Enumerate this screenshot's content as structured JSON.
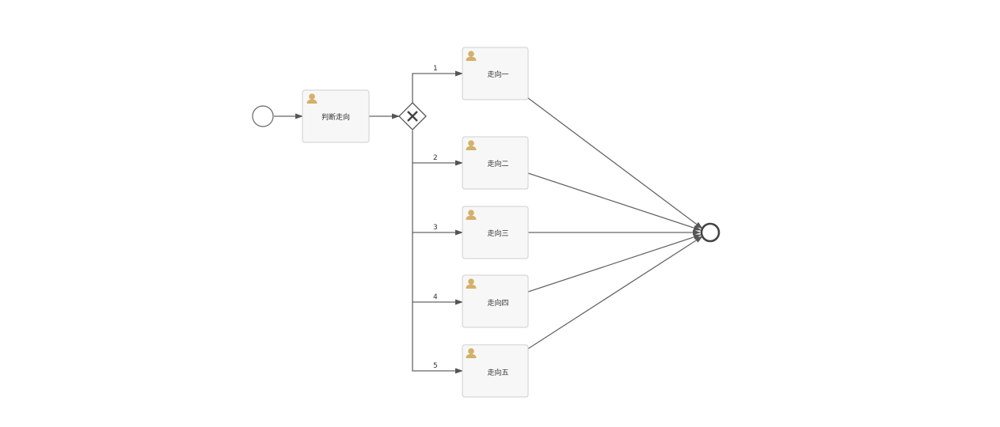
{
  "diagram": {
    "tasks": [
      {
        "id": "judge",
        "label": "判断走向",
        "icon": "user-icon"
      },
      {
        "id": "d1",
        "label": "走向一",
        "icon": "user-icon"
      },
      {
        "id": "d2",
        "label": "走向二",
        "icon": "user-icon"
      },
      {
        "id": "d3",
        "label": "走向三",
        "icon": "user-icon"
      },
      {
        "id": "d4",
        "label": "走向四",
        "icon": "user-icon"
      },
      {
        "id": "d5",
        "label": "走向五",
        "icon": "user-icon"
      }
    ],
    "branches": [
      "1",
      "2",
      "3",
      "4",
      "5"
    ],
    "gateway": {
      "type": "exclusive",
      "icon": "x-icon"
    },
    "colors": {
      "task_fill": "#f7f7f7",
      "task_stroke": "#cfcfcf",
      "flow": "#666666",
      "user_icon": "#d4b06a",
      "end_event": "#444444"
    }
  }
}
